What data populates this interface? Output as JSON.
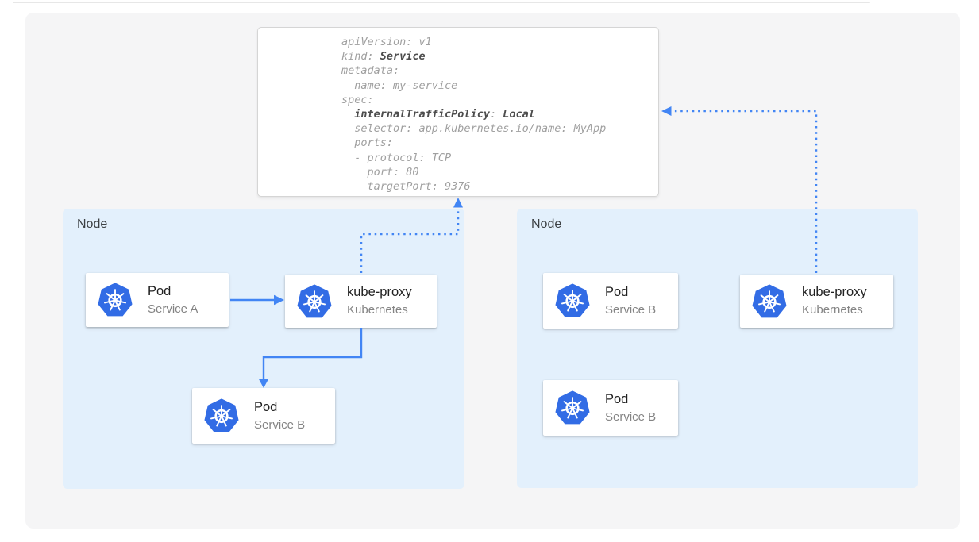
{
  "code_card": {
    "lines": [
      [
        {
          "t": "apiVersion: v1"
        }
      ],
      [
        {
          "t": "kind: "
        },
        {
          "t": "Service",
          "b": 1
        }
      ],
      [
        {
          "t": "metadata:"
        }
      ],
      [
        {
          "t": "  name: my-service"
        }
      ],
      [
        {
          "t": "spec:"
        }
      ],
      [
        {
          "t": "  "
        },
        {
          "t": "internalTrafficPolicy",
          "b": 1
        },
        {
          "t": ": "
        },
        {
          "t": "Local",
          "b": 1
        }
      ],
      [
        {
          "t": "  selector: app.kubernetes.io/name: MyApp"
        }
      ],
      [
        {
          "t": "  ports:"
        }
      ],
      [
        {
          "t": "  - protocol: TCP"
        }
      ],
      [
        {
          "t": "    port: 80"
        }
      ],
      [
        {
          "t": "    targetPort: 9376"
        }
      ]
    ]
  },
  "nodes": [
    {
      "label": "Node",
      "cards": [
        {
          "icon": "kubernetes-icon",
          "title": "Pod",
          "subtitle": "Service A"
        },
        {
          "icon": "kubernetes-icon",
          "title": "kube-proxy",
          "subtitle": "Kubernetes"
        },
        {
          "icon": "kubernetes-icon",
          "title": "Pod",
          "subtitle": "Service B"
        }
      ]
    },
    {
      "label": "Node",
      "cards": [
        {
          "icon": "kubernetes-icon",
          "title": "Pod",
          "subtitle": "Service B"
        },
        {
          "icon": "kubernetes-icon",
          "title": "kube-proxy",
          "subtitle": "Kubernetes"
        },
        {
          "icon": "kubernetes-icon",
          "title": "Pod",
          "subtitle": "Service B"
        }
      ]
    }
  ],
  "connections": [
    {
      "from": "pod-service-a",
      "to": "kube-proxy-left",
      "style": "solid-arrow"
    },
    {
      "from": "kube-proxy-left",
      "to": "pod-service-b-left",
      "style": "solid-arrow"
    },
    {
      "from": "kube-proxy-left",
      "to": "service-yaml-card",
      "style": "dotted-arrow"
    },
    {
      "from": "kube-proxy-right",
      "to": "service-yaml-card",
      "style": "dotted-arrow"
    }
  ],
  "colors": {
    "connector_blue": "#4285f4",
    "kubernetes_logo_blue": "#326ce5",
    "node_background": "#e3f0fc",
    "panel_background": "#f5f5f6",
    "code_text": "#a0a0a0",
    "code_bold_text": "#4d4d4d"
  }
}
